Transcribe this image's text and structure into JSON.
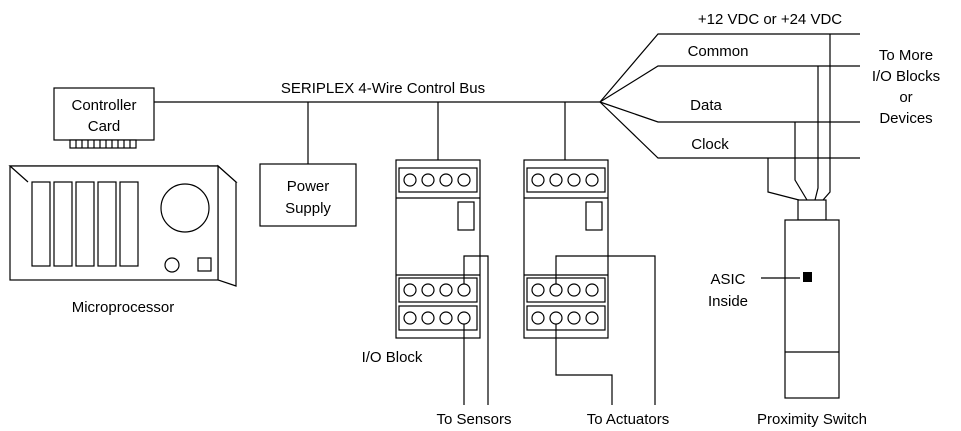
{
  "labels": {
    "controller_card_line1": "Controller",
    "controller_card_line2": "Card",
    "microprocessor": "Microprocessor",
    "bus": "SERIPLEX 4-Wire Control Bus",
    "power_supply_line1": "Power",
    "power_supply_line2": "Supply",
    "io_block": "I/O Block",
    "to_sensors": "To Sensors",
    "to_actuators": "To Actuators",
    "voltage": "+12 VDC or +24 VDC",
    "common": "Common",
    "data": "Data",
    "clock": "Clock",
    "more_line1": "To More",
    "more_line2": "I/O Blocks",
    "more_line3": "or",
    "more_line4": "Devices",
    "asic_line1": "ASIC",
    "asic_line2": "Inside",
    "proximity_switch": "Proximity Switch"
  },
  "colors": {
    "line": "#000000",
    "background": "#ffffff"
  }
}
